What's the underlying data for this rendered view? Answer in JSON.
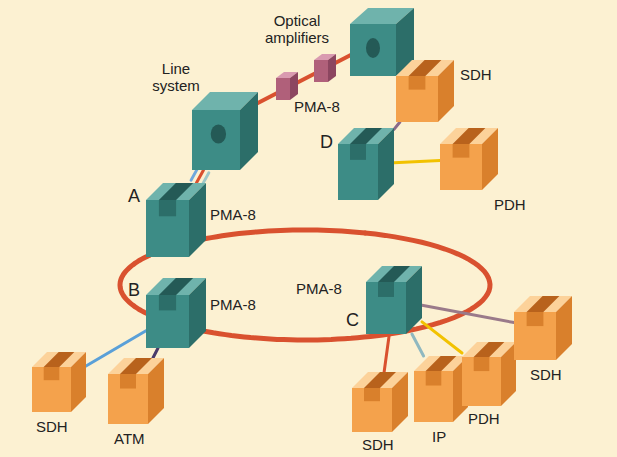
{
  "diagram": {
    "nodes": [
      {
        "text": [
          "Line system"
        ]
      },
      {
        "text": [
          "A",
          "PMA-8"
        ]
      },
      {
        "text": [
          "D",
          "PMA-8"
        ]
      },
      {
        "text": [
          "SDH"
        ]
      },
      {
        "text": [
          "PDH"
        ]
      },
      {
        "text": [
          "B",
          "PMA-8"
        ]
      },
      {
        "text": [
          "C",
          "PMA-8"
        ]
      },
      {
        "text": [
          "SDH"
        ]
      },
      {
        "text": [
          "ATM"
        ]
      },
      {
        "text": [
          "SDH"
        ]
      },
      {
        "text": [
          "IP"
        ]
      },
      {
        "text": [
          "PDH"
        ]
      },
      {
        "text": [
          "SDH"
        ]
      }
    ],
    "edges": [
      {
        "from": 1,
        "to": 0,
        "arrow": "none"
      },
      {
        "from": 1,
        "to": 0,
        "arrow": "none"
      },
      {
        "from": 1,
        "to": 0,
        "arrow": "none"
      },
      {
        "from": 1,
        "to": 5,
        "arrow": "none"
      },
      {
        "from": 5,
        "to": 6,
        "arrow": "none"
      },
      {
        "from": 6,
        "to": 2,
        "arrow": "none"
      },
      {
        "from": 2,
        "to": 1,
        "arrow": "none"
      },
      {
        "from": 2,
        "to": 3,
        "arrow": "none"
      },
      {
        "from": 2,
        "to": 4,
        "arrow": "none"
      },
      {
        "from": 5,
        "to": 7,
        "arrow": "none"
      },
      {
        "from": 5,
        "to": 8,
        "arrow": "none"
      },
      {
        "from": 6,
        "to": 9,
        "arrow": "none"
      },
      {
        "from": 6,
        "to": 10,
        "arrow": "none"
      },
      {
        "from": 6,
        "to": 11,
        "arrow": "none"
      },
      {
        "from": 6,
        "to": 12,
        "arrow": "none"
      }
    ],
    "labels": [
      "Optical amplifiers"
    ]
  }
}
